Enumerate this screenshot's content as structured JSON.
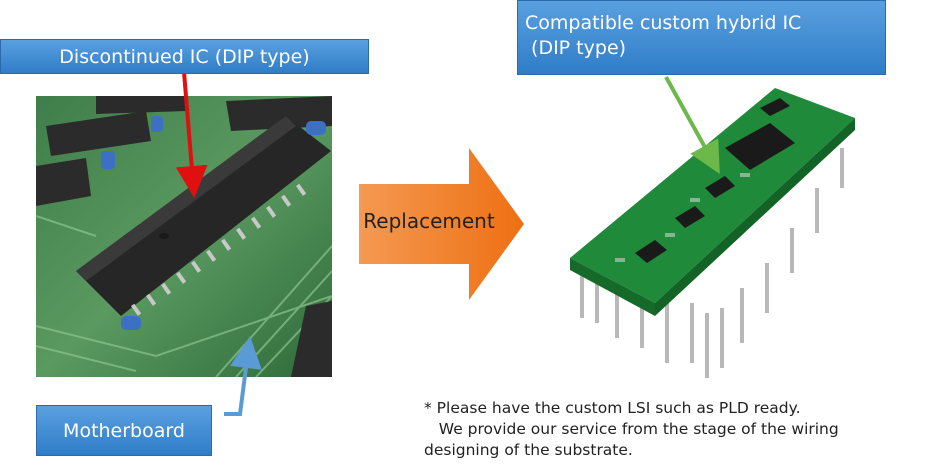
{
  "labels": {
    "discontinued": "Discontinued IC (DIP type)",
    "compatible_line1": "Compatible custom hybrid IC",
    "compatible_line2": " (DIP type)",
    "motherboard": "Motherboard",
    "replacement": "Replacement"
  },
  "note": {
    "line1": "* Please have the custom LSI such as PLD ready.",
    "line2": "   We provide our service from the stage of the wiring",
    "line3": "designing of the substrate."
  },
  "colors": {
    "label_blue": "#3a86d0",
    "arrow_orange": "#f07a22",
    "red_pointer": "#e01010",
    "green_pointer": "#6cb84a",
    "blue_pointer": "#5b9bd5"
  }
}
